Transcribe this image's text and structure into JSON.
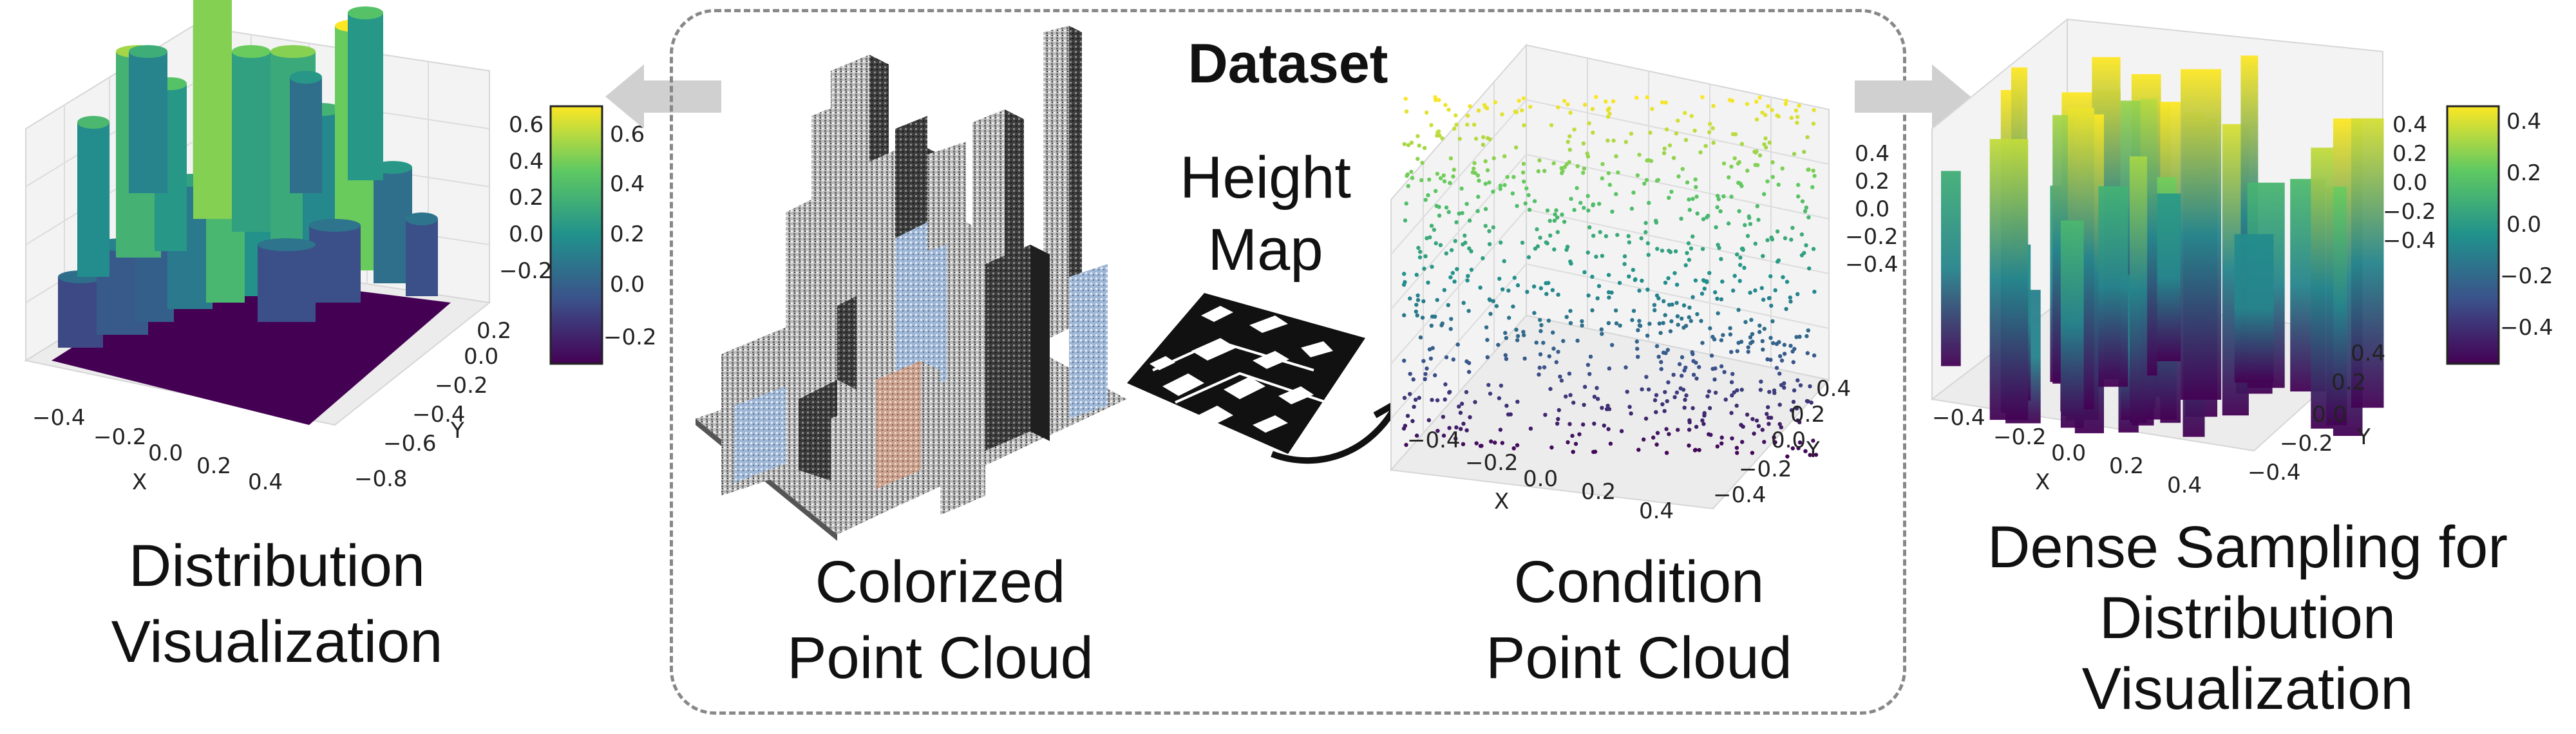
{
  "dataset": {
    "title": "Dataset"
  },
  "height_map": {
    "line1": "Height",
    "line2": "Map"
  },
  "captions": {
    "left_line1": "Distribution",
    "left_line2": "Visualization",
    "colorized_line1": "Colorized",
    "colorized_line2": "Point Cloud",
    "condition_line1": "Condition",
    "condition_line2": "Point Cloud",
    "right_line1": "Dense Sampling for",
    "right_line2": "Distribution",
    "right_line3": "Visualization"
  },
  "colors": {
    "viridis": [
      "#440154",
      "#3b528b",
      "#21918c",
      "#5ec962",
      "#fde725"
    ],
    "arrow_gray": "#d0d0d0",
    "dashed_border": "#888888"
  },
  "chart_data": [
    {
      "type": "surface3d",
      "panel": "left",
      "x_ticks": [
        "−0.4",
        "−0.2",
        "0.0",
        "0.2",
        "0.4"
      ],
      "y_ticks": [
        "−0.8",
        "−0.6",
        "−0.4",
        "−0.2",
        "0.0",
        "0.2"
      ],
      "z_ticks": [
        "0.6",
        "0.4",
        "0.2",
        "0.0",
        "−0.2"
      ],
      "xlabel": "X",
      "ylabel": "Y",
      "colorbar_ticks": [
        "0.6",
        "0.4",
        "0.2",
        "0.0",
        "−0.2"
      ],
      "colorbar_range": [
        -0.3,
        0.7
      ]
    },
    {
      "type": "scatter3d",
      "panel": "condition",
      "x_ticks": [
        "−0.4",
        "−0.2",
        "0.0",
        "0.2",
        "0.4"
      ],
      "y_ticks": [
        "−0.4",
        "−0.2",
        "0.0",
        "0.2",
        "0.4"
      ],
      "z_ticks": [
        "0.4",
        "0.2",
        "0.0",
        "−0.2",
        "−0.4"
      ],
      "xlabel": "X",
      "ylabel": "Y"
    },
    {
      "type": "scatter3d",
      "panel": "right",
      "x_ticks": [
        "−0.4",
        "−0.2",
        "0.0",
        "0.2",
        "0.4"
      ],
      "y_ticks": [
        "−0.4",
        "−0.2",
        "0.0",
        "0.2",
        "0.4"
      ],
      "z_ticks": [
        "0.4",
        "0.2",
        "0.0",
        "−0.2",
        "−0.4"
      ],
      "xlabel": "X",
      "ylabel": "Y",
      "colorbar_ticks": [
        "0.4",
        "0.2",
        "0.0",
        "−0.2",
        "−0.4"
      ],
      "colorbar_range": [
        -0.5,
        0.5
      ]
    }
  ]
}
